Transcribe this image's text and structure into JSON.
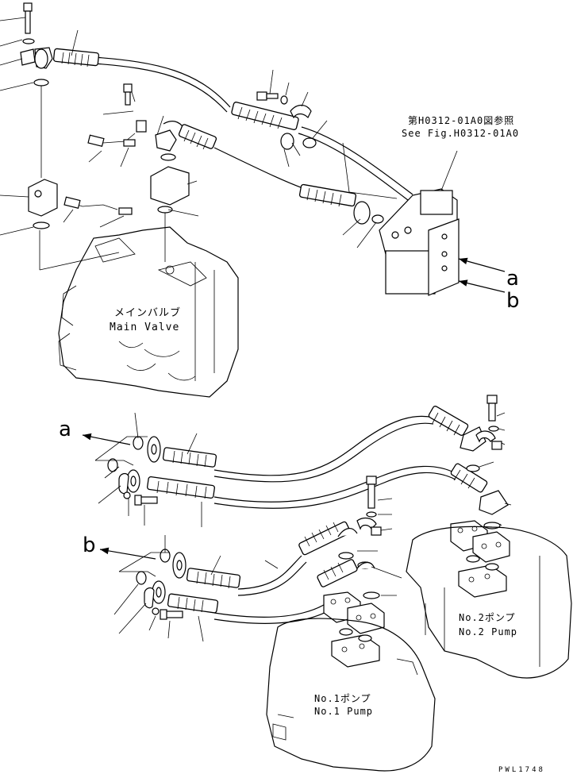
{
  "diagram": {
    "reference_jp": "第H0312-01A0図参照",
    "reference_en": "See Fig.H0312-01A0",
    "main_valve_jp": "メインバルブ",
    "main_valve_en": "Main Valve",
    "pump2_jp": "No.2ポンプ",
    "pump2_en": "No.2 Pump",
    "pump1_jp": "No.1ポンプ",
    "pump1_en": "No.1 Pump",
    "arrow_a": "a",
    "arrow_b": "b",
    "arrow_a_lower": "a",
    "arrow_b_lower": "b",
    "drawing_code": "PWL1748"
  }
}
